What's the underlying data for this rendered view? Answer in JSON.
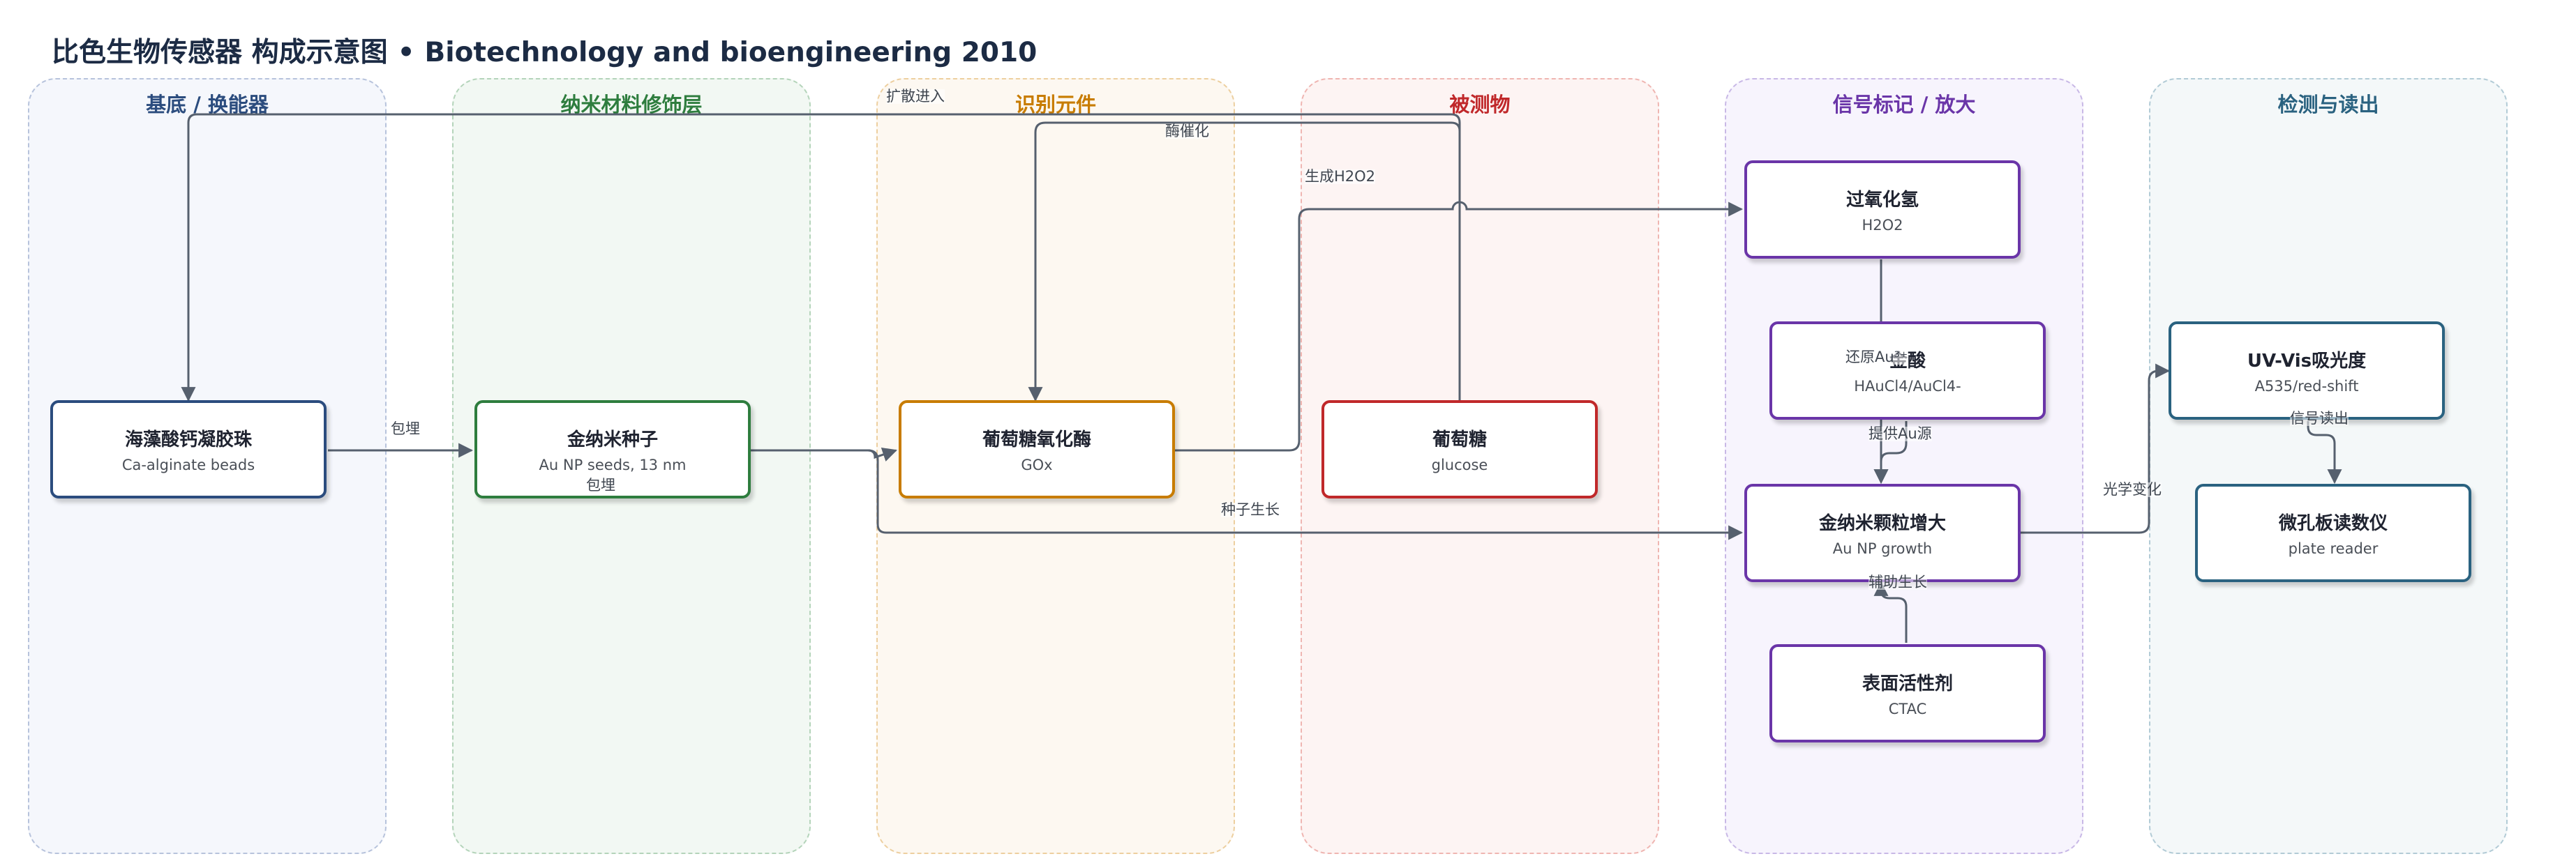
{
  "title": {
    "main": "比色生物传感器 构成示意图",
    "separator": "•",
    "subtitle": "Biotechnology and bioengineering 2010"
  },
  "lanes": [
    {
      "id": "substrate",
      "title": "基底 / 换能器",
      "color": "#2b4c7e",
      "bg": "#f5f7fc",
      "border": "#b7c3dc"
    },
    {
      "id": "nano",
      "title": "纳米材料修饰层",
      "color": "#2e7d3e",
      "bg": "#f2f8f3",
      "border": "#b4d4ba"
    },
    {
      "id": "recog",
      "title": "识别元件",
      "color": "#c87c00",
      "bg": "#fdf8f1",
      "border": "#edcf9f"
    },
    {
      "id": "analyte",
      "title": "被测物",
      "color": "#c0282a",
      "bg": "#fdf4f3",
      "border": "#efb5b1"
    },
    {
      "id": "signal",
      "title": "信号标记 / 放大",
      "color": "#6a35a8",
      "bg": "#f7f4fd",
      "border": "#c8b8e6"
    },
    {
      "id": "detect",
      "title": "检测与读出",
      "color": "#2a6280",
      "bg": "#f4f8f9",
      "border": "#b2cbd6"
    }
  ],
  "nodes": [
    {
      "id": "alginate",
      "title": "海藻酸钙凝胶珠",
      "sub": "Ca-alginate beads",
      "color": "#2b4c7e"
    },
    {
      "id": "seeds",
      "title": "金纳米种子",
      "sub": "Au NP seeds, 13 nm",
      "color": "#2e7d3e"
    },
    {
      "id": "gox",
      "title": "葡萄糖氧化酶",
      "sub": "GOx",
      "color": "#c87c00"
    },
    {
      "id": "glucose",
      "title": "葡萄糖",
      "sub": "glucose",
      "color": "#c0282a"
    },
    {
      "id": "h2o2",
      "title": "过氧化氢",
      "sub": "H2O2",
      "color": "#6a35a8"
    },
    {
      "id": "haucl4",
      "title": "金酸",
      "sub": "HAuCl4/AuCl4-",
      "color": "#6a35a8"
    },
    {
      "id": "growth",
      "title": "金纳米颗粒增大",
      "sub": "Au NP growth",
      "color": "#6a35a8"
    },
    {
      "id": "ctac",
      "title": "表面活性剂",
      "sub": "CTAC",
      "color": "#6a35a8"
    },
    {
      "id": "uvvis",
      "title": "UV-Vis吸光度",
      "sub": "A535/red-shift",
      "color": "#2a6280"
    },
    {
      "id": "reader",
      "title": "微孔板读数仪",
      "sub": "plate reader",
      "color": "#2a6280"
    }
  ],
  "edge_labels": {
    "embed1": "包埋",
    "embed2": "包埋",
    "diffuse": "扩散进入",
    "catalyze": "酶催化",
    "produce": "生成H2O2",
    "reduce": "还原Au³⁺",
    "supply": "提供Au源",
    "seed_growth": "种子生长",
    "assist": "辅助生长",
    "optical": "光学变化",
    "readout": "信号读出"
  },
  "edge_color": "#56606e"
}
